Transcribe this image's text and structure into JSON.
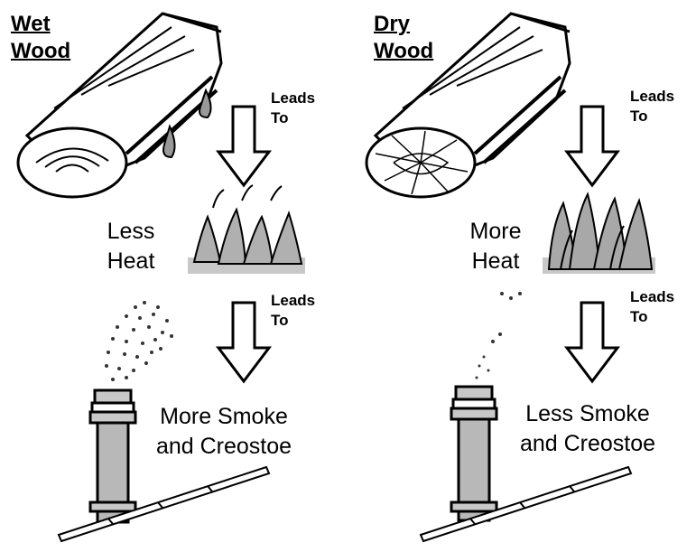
{
  "panels": [
    {
      "id": "wet",
      "title_line1": "Wet",
      "title_line2": "Wood",
      "leads_top_1": "Leads",
      "leads_top_2": "To",
      "heat_line1": "Less",
      "heat_line2": "Heat",
      "leads_bottom_1": "Leads",
      "leads_bottom_2": "To",
      "result_line1": "More Smoke",
      "result_line2": "and Creostoe"
    },
    {
      "id": "dry",
      "title_line1": "Dry",
      "title_line2": "Wood",
      "leads_top_1": "Leads",
      "leads_top_2": "To",
      "heat_line1": "More",
      "heat_line2": "Heat",
      "leads_bottom_1": "Leads",
      "leads_bottom_2": "To",
      "result_line1": "Less Smoke",
      "result_line2": "and Creostoe"
    }
  ],
  "colors": {
    "ink": "#000000",
    "flame_gray": "#b0b0b0",
    "chimney_gray": "#b8b8b8",
    "paper": "#ffffff"
  }
}
